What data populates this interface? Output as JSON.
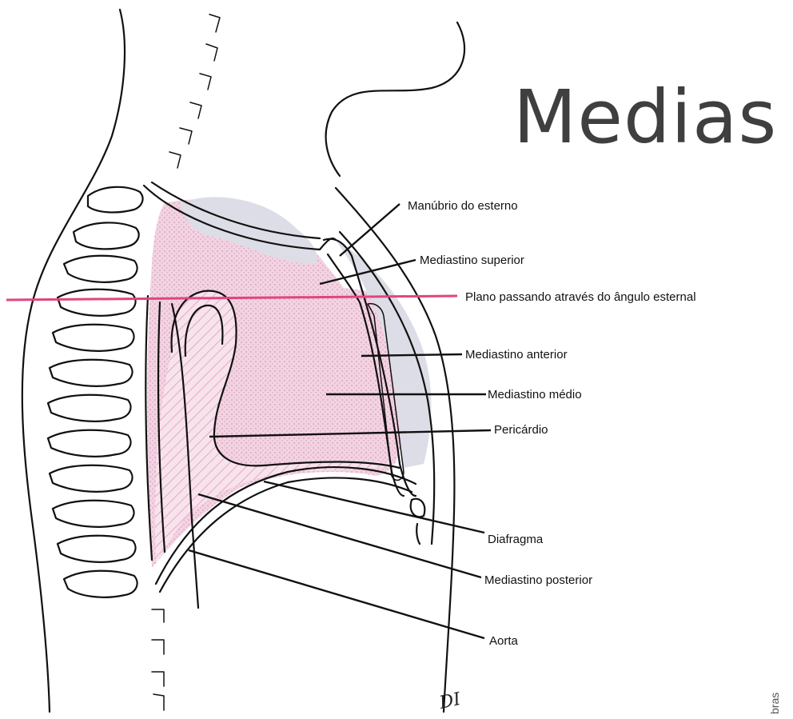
{
  "title": "Medias",
  "plane_label": "Plano passando através do ângulo esternal",
  "labels": {
    "manubrio": "Manúbrio do esterno",
    "mediastino_superior": "Mediastino superior",
    "mediastino_anterior": "Mediastino anterior",
    "mediastino_medio": "Mediastino médio",
    "pericardio": "Pericárdio",
    "diafragma": "Diafragma",
    "mediastino_posterior": "Mediastino posterior",
    "aorta": "Aorta"
  },
  "side_text": "bras",
  "corner_mark": "DI",
  "colors": {
    "plane_line": "#e0457f",
    "region_fill": "#efc6d8",
    "region_gray": "#dcdde6",
    "title_text": "#3f3f3f"
  }
}
